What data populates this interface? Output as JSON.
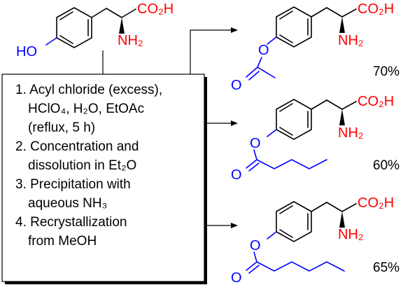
{
  "starting_material": {
    "acid_label": "CO₂H",
    "amine_label": "NH₂",
    "hydroxyl_label": "HO"
  },
  "conditions": {
    "steps": [
      [
        "1. Acyl chloride (excess),",
        "HClO₄, H₂O, EtOAc",
        "(reflux, 5 h)"
      ],
      [
        "2. Concentration and",
        "dissolution in Et₂O"
      ],
      [
        "3. Precipitation with",
        "aqueous NH₃"
      ],
      [
        "4. Recrystallization",
        "from MeOH"
      ]
    ]
  },
  "products": [
    {
      "acid_label": "CO₂H",
      "amine_label": "NH₂",
      "ester_o_label": "O",
      "carbonyl_o_label": "O",
      "yield": "70%",
      "acyl_chain": "acetyl"
    },
    {
      "acid_label": "CO₂H",
      "amine_label": "NH₂",
      "ester_o_label": "O",
      "carbonyl_o_label": "O",
      "yield": "60%",
      "acyl_chain": "pentanoyl"
    },
    {
      "acid_label": "CO₂H",
      "amine_label": "NH₂",
      "ester_o_label": "O",
      "carbonyl_o_label": "O",
      "yield": "65%",
      "acyl_chain": "hexanoyl"
    }
  ]
}
